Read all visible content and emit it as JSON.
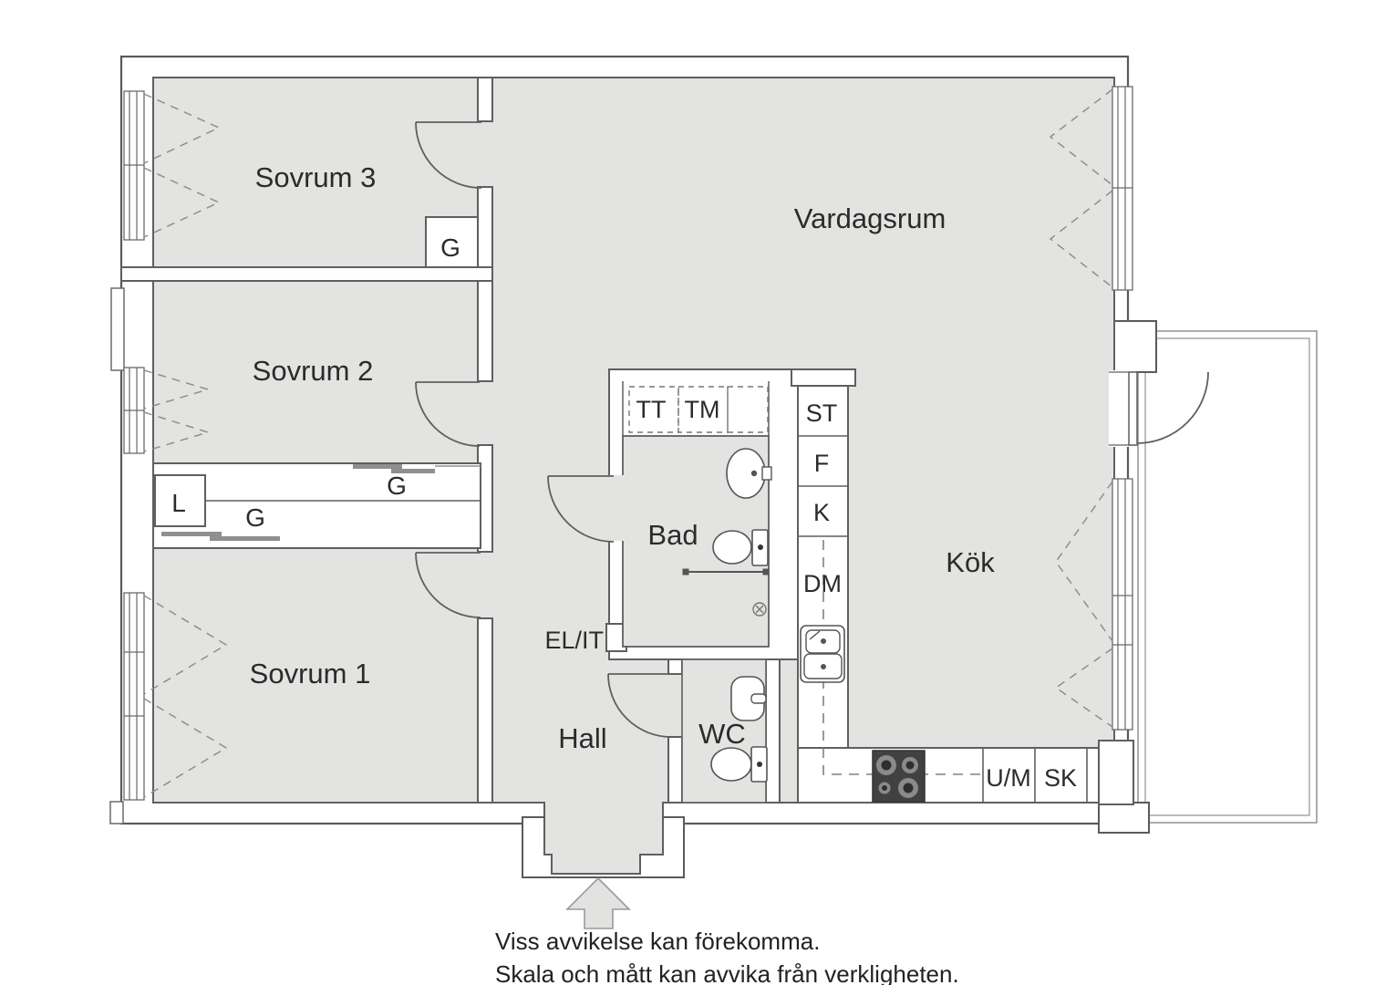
{
  "floorplan": {
    "rooms": {
      "sovrum3": "Sovrum 3",
      "sovrum2": "Sovrum 2",
      "sovrum1": "Sovrum 1",
      "vardagsrum": "Vardagsrum",
      "kok": "Kök",
      "bad": "Bad",
      "wc": "WC",
      "hall": "Hall"
    },
    "labels": {
      "g_sovrum3": "G",
      "g_sovrum2": "G",
      "g_sovrum1": "G",
      "l": "L",
      "tt": "TT",
      "tm": "TM",
      "st": "ST",
      "f": "F",
      "k": "K",
      "dm": "DM",
      "um": "U/M",
      "sk": "SK",
      "el_it": "EL/IT"
    },
    "disclaimer": {
      "line1": "Viss avvikelse kan förekomma.",
      "line2": "Skala och mått kan avvika från verkligheten."
    },
    "colors": {
      "floor": "#e3e3e1",
      "wall_line": "#5f5f5f",
      "slider": "#8f8f8f",
      "appliance_dark": "#414141",
      "arrow_fill": "#e2e2e1"
    }
  }
}
